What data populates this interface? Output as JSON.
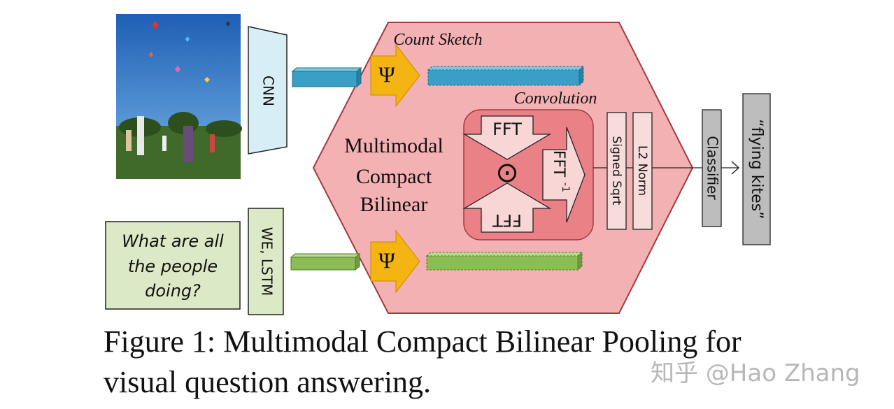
{
  "diagram": {
    "count_sketch_label": "Count Sketch",
    "convolution_label": "Convolution",
    "cnn_label": "CNN",
    "we_lstm_label": "WE, LSTM",
    "question_lines": [
      "What are all",
      "the people",
      "doing?"
    ],
    "psi_symbol": "Ψ",
    "mcb_lines": [
      "Multimodal",
      "Compact",
      "Bilinear"
    ],
    "fft_top": "FFT",
    "fft_bottom": "FFT",
    "fft_inverse": "FFT",
    "fft_inverse_sup": "-1",
    "odot_symbol": "⊙",
    "signed_sqrt_label": "Signed Sqrt",
    "l2_norm_label": "L2 Norm",
    "classifier_label": "Classifier",
    "answer_label": "“flying kites”",
    "colors": {
      "hexagon_fill": "#f4b1b4",
      "hexagon_stroke": "#a03a3e",
      "conv_box_fill": "#ea8187",
      "cyan": "#3a9fc4",
      "green": "#8cbc54",
      "psi_arrow": "#f4b512",
      "cnn_fill": "#d8eef6",
      "lstm_fill": "#dbe9c6",
      "gray_box": "#bdbdbd"
    }
  },
  "caption": {
    "line1": "Figure 1: Multimodal Compact Bilinear Pooling for",
    "line2": "visual question answering."
  },
  "watermark": "知乎 @Hao Zhang"
}
